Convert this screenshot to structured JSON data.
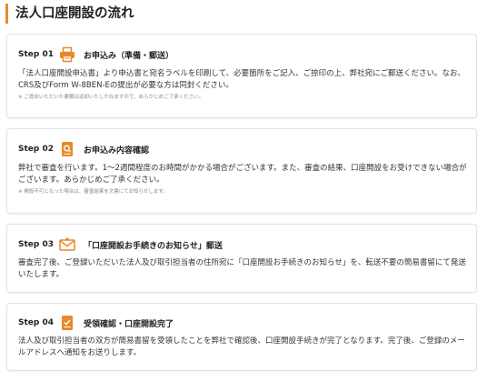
{
  "page": {
    "title": "法人口座開設の流れ"
  },
  "steps": [
    {
      "label": "Step 01",
      "icon": "printer-icon",
      "title": "お申込み（準備・郵送）",
      "body": "「法人口座開設申込書」より申込書と宛名ラベルを印刷して、必要箇所をご記入、ご捺印の上、弊社宛にご郵送ください。なお、CRS及びForm W-8BEN-Eの提出が必要な方は同封ください。",
      "note": "※ ご提出いただいた書類は返却いたしかねますので、あらかじめご了承ください。"
    },
    {
      "label": "Step 02",
      "icon": "document-search-icon",
      "title": "お申込み内容確認",
      "body": "弊社で審査を行います。1〜2週間程度のお時間がかかる場合がございます。また、審査の結果、口座開設をお受けできない場合がございます。あらかじめご了承ください。",
      "note": "※ 開設不可となった場合は、審査結果を文書にてお知らせします。"
    },
    {
      "label": "Step 03",
      "icon": "envelope-icon",
      "title": "「口座開設お手続きのお知らせ」郵送",
      "body": "審査完了後、ご登録いただいた法人及び取引担当者の住所宛に「口座開設お手続きのお知らせ」を、転送不要の簡易書留にて発送いたします。",
      "note": ""
    },
    {
      "label": "Step 04",
      "icon": "checklist-icon",
      "title": "受領確認・口座開設完了",
      "body": "法人及び取引担当者の双方が簡易書留を受領したことを弊社で確認後、口座開設手続きが完了となります。完了後、ご登録のメールアドレスへ通知をお送りします。",
      "note": ""
    }
  ],
  "colors": {
    "accent": "#e8892b",
    "card_border": "#e3e3e3",
    "text": "#333333",
    "note": "#8a8a8a"
  }
}
